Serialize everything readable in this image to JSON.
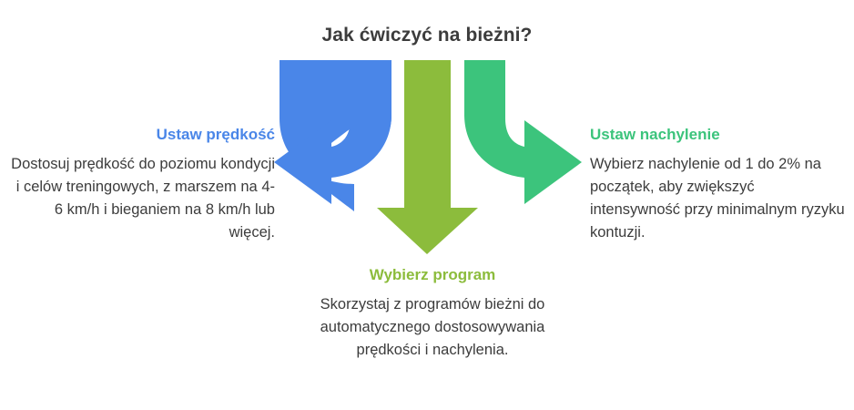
{
  "title": "Jak ćwiczyć na bieżni?",
  "colors": {
    "blue": "#4a86e8",
    "green": "#3cc47c",
    "lime": "#8cbc3c",
    "text": "#3c3c3c",
    "background": "#ffffff"
  },
  "blocks": {
    "speed": {
      "heading": "Ustaw prędkość",
      "body": "Dostosuj prędkość do poziomu kondycji i celów treningowych, z marszem na 4-6 km/h i bieganiem na 8 km/h lub więcej.",
      "color": "#4a86e8",
      "arrow": "curved-arrow-left"
    },
    "program": {
      "heading": "Wybierz program",
      "body": "Skorzystaj z programów bieżni do automatycznego dostosowywania prędkości i nachylenia.",
      "color": "#8cbc3c",
      "arrow": "straight-arrow-down"
    },
    "incline": {
      "heading": "Ustaw nachylenie",
      "body": "Wybierz nachylenie od 1 do 2% na początek, aby zwiększyć intensywność przy minimalnym ryzyku kontuzji.",
      "color": "#3cc47c",
      "arrow": "curved-arrow-right"
    }
  },
  "chart_data": {
    "type": "diagram",
    "layout": "three-branch radial arrow diagram",
    "title": "Jak ćwiczyć na bieżni?",
    "branches": [
      {
        "label": "Ustaw prędkość",
        "description": "Dostosuj prędkość do poziomu kondycji i celów treningowych, z marszem na 4-6 km/h i bieganiem na 8 km/h lub więcej.",
        "direction": "left",
        "color": "#4a86e8"
      },
      {
        "label": "Wybierz program",
        "description": "Skorzystaj z programów bieżni do automatycznego dostosowywania prędkości i nachylenia.",
        "direction": "down",
        "color": "#8cbc3c"
      },
      {
        "label": "Ustaw nachylenie",
        "description": "Wybierz nachylenie od 1 do 2% na początek, aby zwiększyć intensywność przy minimalnym ryzyku kontuzji.",
        "direction": "right",
        "color": "#3cc47c"
      }
    ]
  }
}
